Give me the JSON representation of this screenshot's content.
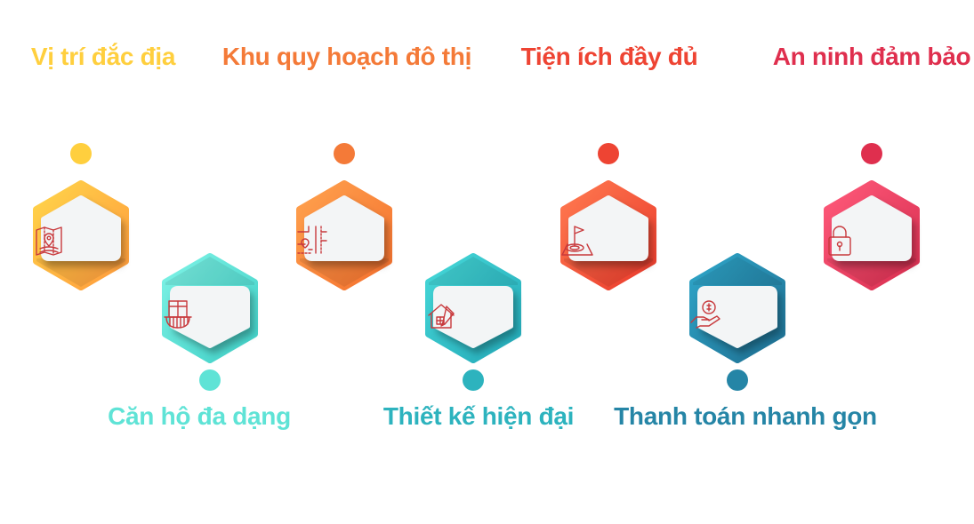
{
  "features": [
    {
      "label": "Vị trí đắc địa",
      "icon": "map-pin-icon",
      "position": "top",
      "color": "#FFCF3E",
      "hex_from": "#FFD54A",
      "hex_to": "#FF9A3C"
    },
    {
      "label": "Căn hộ đa dạng",
      "icon": "balcony-icon",
      "position": "bottom",
      "color": "#5FE3D6",
      "hex_from": "#7EF3E6",
      "hex_to": "#3FCFC6"
    },
    {
      "label": "Khu quy hoạch đô thị",
      "icon": "city-plan-icon",
      "position": "top",
      "color": "#F47A38",
      "hex_from": "#FFA24E",
      "hex_to": "#F4702E"
    },
    {
      "label": "Thiết kế hiện đại",
      "icon": "house-design-icon",
      "position": "bottom",
      "color": "#2DB3BE",
      "hex_from": "#46D8D8",
      "hex_to": "#23A9B8"
    },
    {
      "label": "Tiện ích đầy đủ",
      "icon": "flag-target-icon",
      "position": "top",
      "color": "#EE4433",
      "hex_from": "#FF7A50",
      "hex_to": "#EA3A2C"
    },
    {
      "label": "Thanh toán nhanh gọn",
      "icon": "payment-hand-icon",
      "position": "bottom",
      "color": "#2585A6",
      "hex_from": "#2FA6C9",
      "hex_to": "#1E6F92"
    },
    {
      "label": "An ninh đảm bảo",
      "icon": "lock-icon",
      "position": "top",
      "color": "#DF2F4E",
      "hex_from": "#FF5A7A",
      "hex_to": "#D82E50"
    }
  ]
}
